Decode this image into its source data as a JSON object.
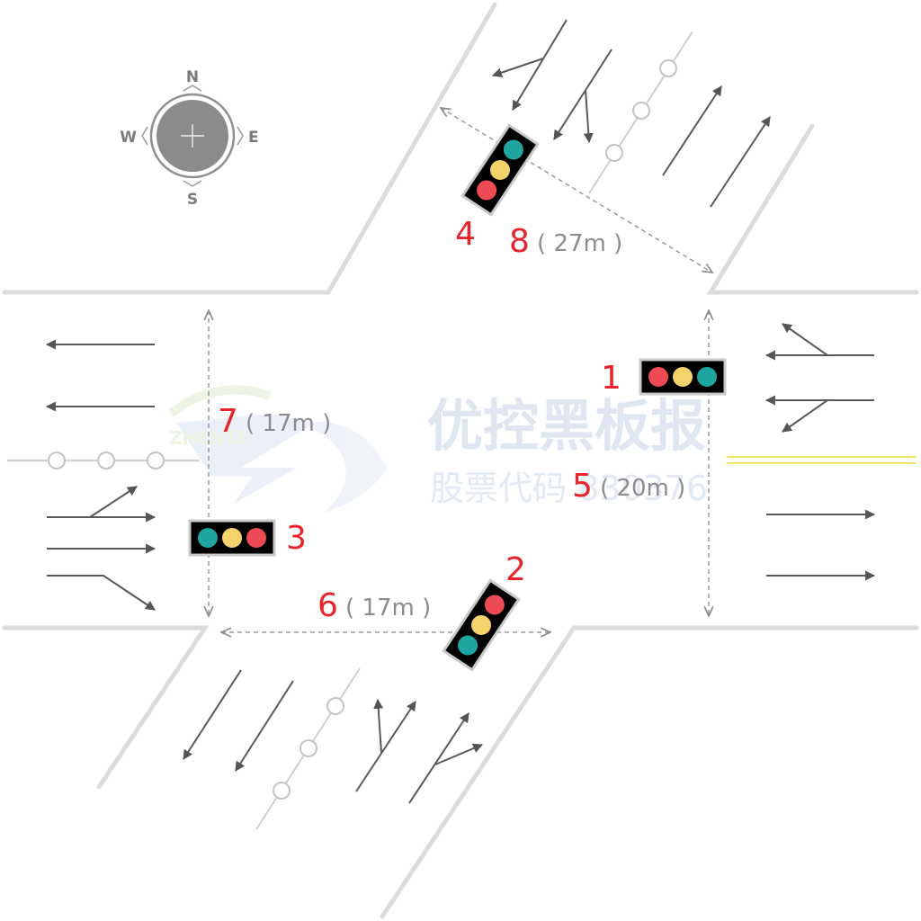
{
  "compass": {
    "north": "N",
    "south": "S",
    "east": "E",
    "west": "W"
  },
  "signals": [
    {
      "id": "signal-1",
      "label": "1",
      "lights": [
        "#ef4b55",
        "#f6d36a",
        "#1fa6a0"
      ]
    },
    {
      "id": "signal-2",
      "label": "2",
      "lights": [
        "#ef4b55",
        "#f6d36a",
        "#1fa6a0"
      ]
    },
    {
      "id": "signal-3",
      "label": "3",
      "lights": [
        "#1fa6a0",
        "#f6d36a",
        "#ef4b55"
      ]
    },
    {
      "id": "signal-4",
      "label": "4",
      "lights": [
        "#1fa6a0",
        "#f6d36a",
        "#ef4b55"
      ]
    }
  ],
  "crosswalks": [
    {
      "id": "crosswalk-5",
      "label": "5",
      "distance": "( 20m )"
    },
    {
      "id": "crosswalk-6",
      "label": "6",
      "distance": "( 17m )"
    },
    {
      "id": "crosswalk-7",
      "label": "7",
      "distance": "( 17m )"
    },
    {
      "id": "crosswalk-8",
      "label": "8",
      "distance": "( 27m )"
    }
  ],
  "watermark": {
    "title": "优控黑板报",
    "subtitle": "股票代码 830376",
    "logo_text": "ZHENTE"
  },
  "colors": {
    "red_light": "#ef4b55",
    "yellow_light": "#f6d36a",
    "green_light": "#1fa6a0",
    "label_red": "#e8242b",
    "center_line": "#f2e35a"
  }
}
